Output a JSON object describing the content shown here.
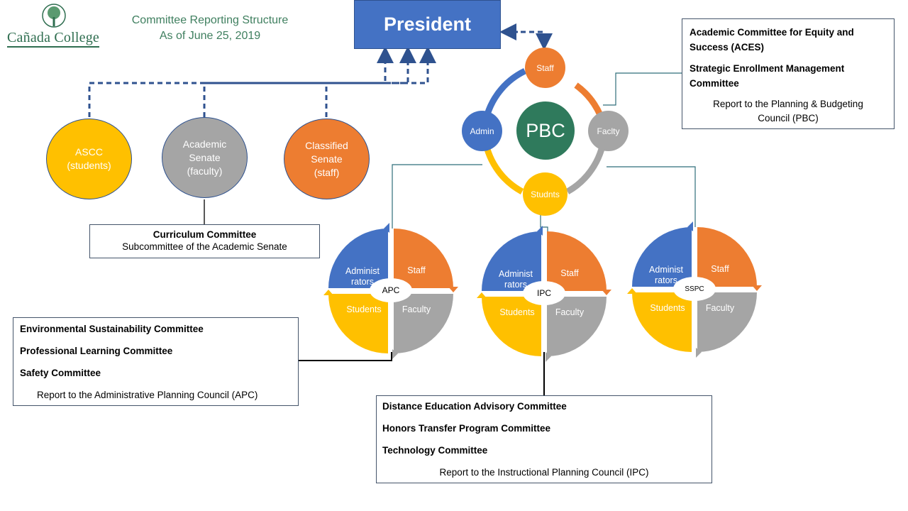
{
  "logo": {
    "name": "Cañada College",
    "icon": "tree-icon"
  },
  "header": {
    "title_line1": "Committee Reporting Structure",
    "title_line2": "As of June 25, 2019"
  },
  "president": {
    "label": "President"
  },
  "senates": [
    {
      "line1": "ASCC",
      "line2": "(students)",
      "line3": "",
      "color": "#ffc000"
    },
    {
      "line1": "Academic",
      "line2": "Senate",
      "line3": "(faculty)",
      "color": "#a5a5a5"
    },
    {
      "line1": "Classified",
      "line2": "Senate",
      "line3": "(staff)",
      "color": "#ed7d31"
    }
  ],
  "curriculum": {
    "title": "Curriculum Committee",
    "subtitle": "Subcommittee of the Academic Senate"
  },
  "pbc": {
    "center": "PBC",
    "staff": "Staff",
    "admin": "Admin",
    "faculty": "Faclty",
    "students": "Studnts",
    "colors": {
      "center": "#2f7a5c",
      "staff": "#ed7d31",
      "admin": "#4472c4",
      "faculty": "#a5a5a5",
      "students": "#ffc000"
    }
  },
  "pbc_box": {
    "item1": "Academic Committee for Equity and Success (ACES)",
    "item2": "Strategic Enrollment Management Committee",
    "note": "Report to the Planning & Budgeting Council (PBC)"
  },
  "councils": [
    {
      "name": "APC",
      "admin": "Administ rators",
      "staff": "Staff",
      "students": "Students",
      "faculty": "Faculty"
    },
    {
      "name": "IPC",
      "admin": "Administ rators",
      "staff": "Staff",
      "students": "Students",
      "faculty": "Faculty"
    },
    {
      "name": "SSPC",
      "admin": "Administ rators",
      "staff": "Staff",
      "students": "Students",
      "faculty": "Faculty"
    }
  ],
  "apc_box": {
    "item1": "Environmental Sustainability Committee",
    "item2": "Professional Learning Committee",
    "item3": "Safety Committee",
    "note": "Report to the Administrative Planning Council (APC)"
  },
  "ipc_box": {
    "item1": "Distance Education Advisory Committee",
    "item2": "Honors Transfer Program Committee",
    "item3": "Technology Committee",
    "note": "Report to the Instructional Planning Council (IPC)"
  }
}
